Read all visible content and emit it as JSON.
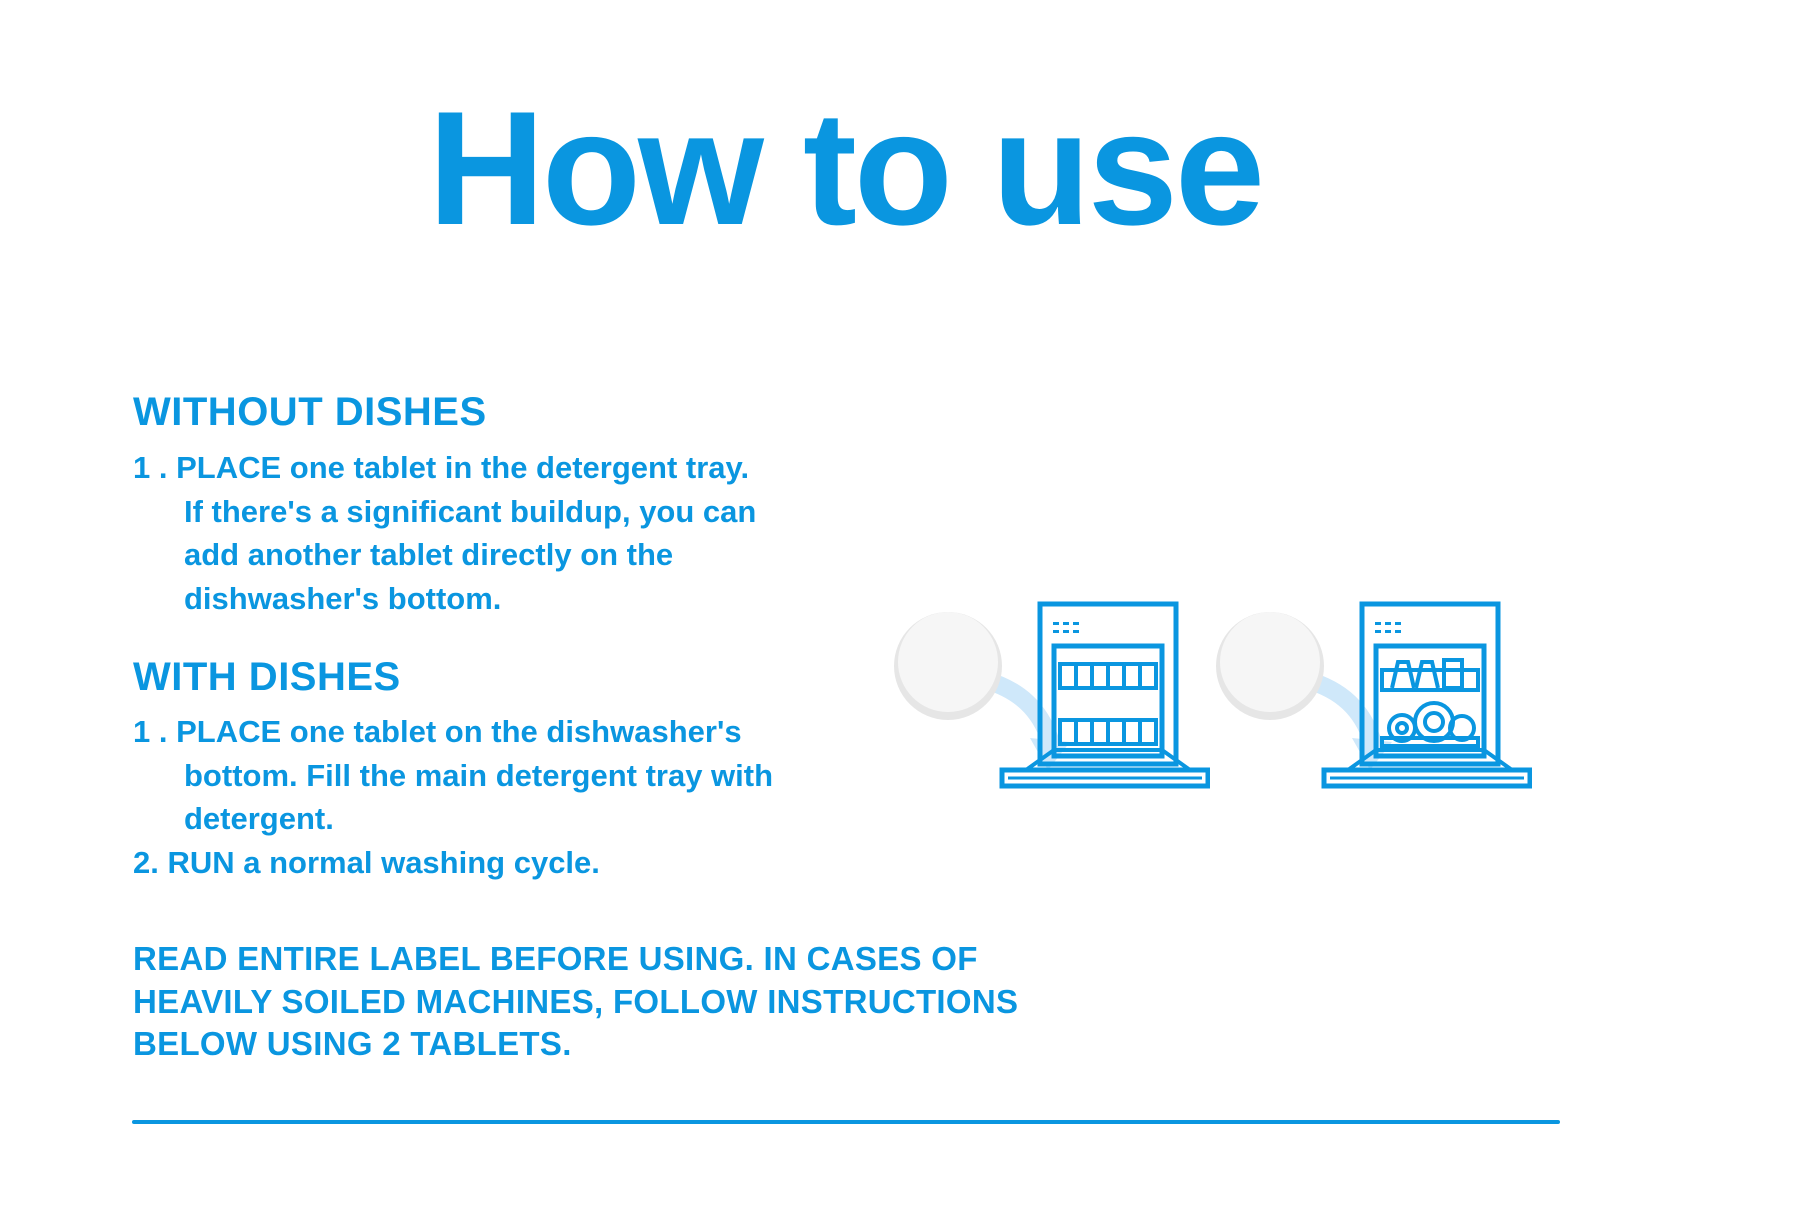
{
  "title": "How to use",
  "sections": [
    {
      "heading": "WITHOUT DISHES",
      "steps": [
        {
          "number": "1 .",
          "first_line": "PLACE one tablet in the detergent tray.",
          "continuation": [
            "If there's a significant buildup, you can",
            "add another tablet directly on the",
            "dishwasher's bottom."
          ]
        }
      ]
    },
    {
      "heading": "WITH DISHES",
      "steps": [
        {
          "number": "1 .",
          "first_line": "PLACE one tablet on the dishwasher's",
          "continuation": [
            "bottom. Fill the main detergent tray with",
            "detergent."
          ]
        },
        {
          "number": "2.",
          "first_line": "RUN a normal washing cycle.",
          "continuation": []
        }
      ]
    }
  ],
  "warning_lines": [
    "READ ENTIRE LABEL BEFORE USING.  IN CASES OF",
    "HEAVILY SOILED MACHINES, FOLLOW INSTRUCTIONS",
    "BELOW USING 2 TABLETS."
  ],
  "illustrations": [
    {
      "icon": "dishwasher-empty-icon",
      "tablet_icon": "tablet-icon"
    },
    {
      "icon": "dishwasher-with-dishes-icon",
      "tablet_icon": "tablet-icon"
    }
  ],
  "colors": {
    "accent": "#0a96e0",
    "arrow": "#cfe8fa",
    "tablet": "#eeeeee"
  }
}
